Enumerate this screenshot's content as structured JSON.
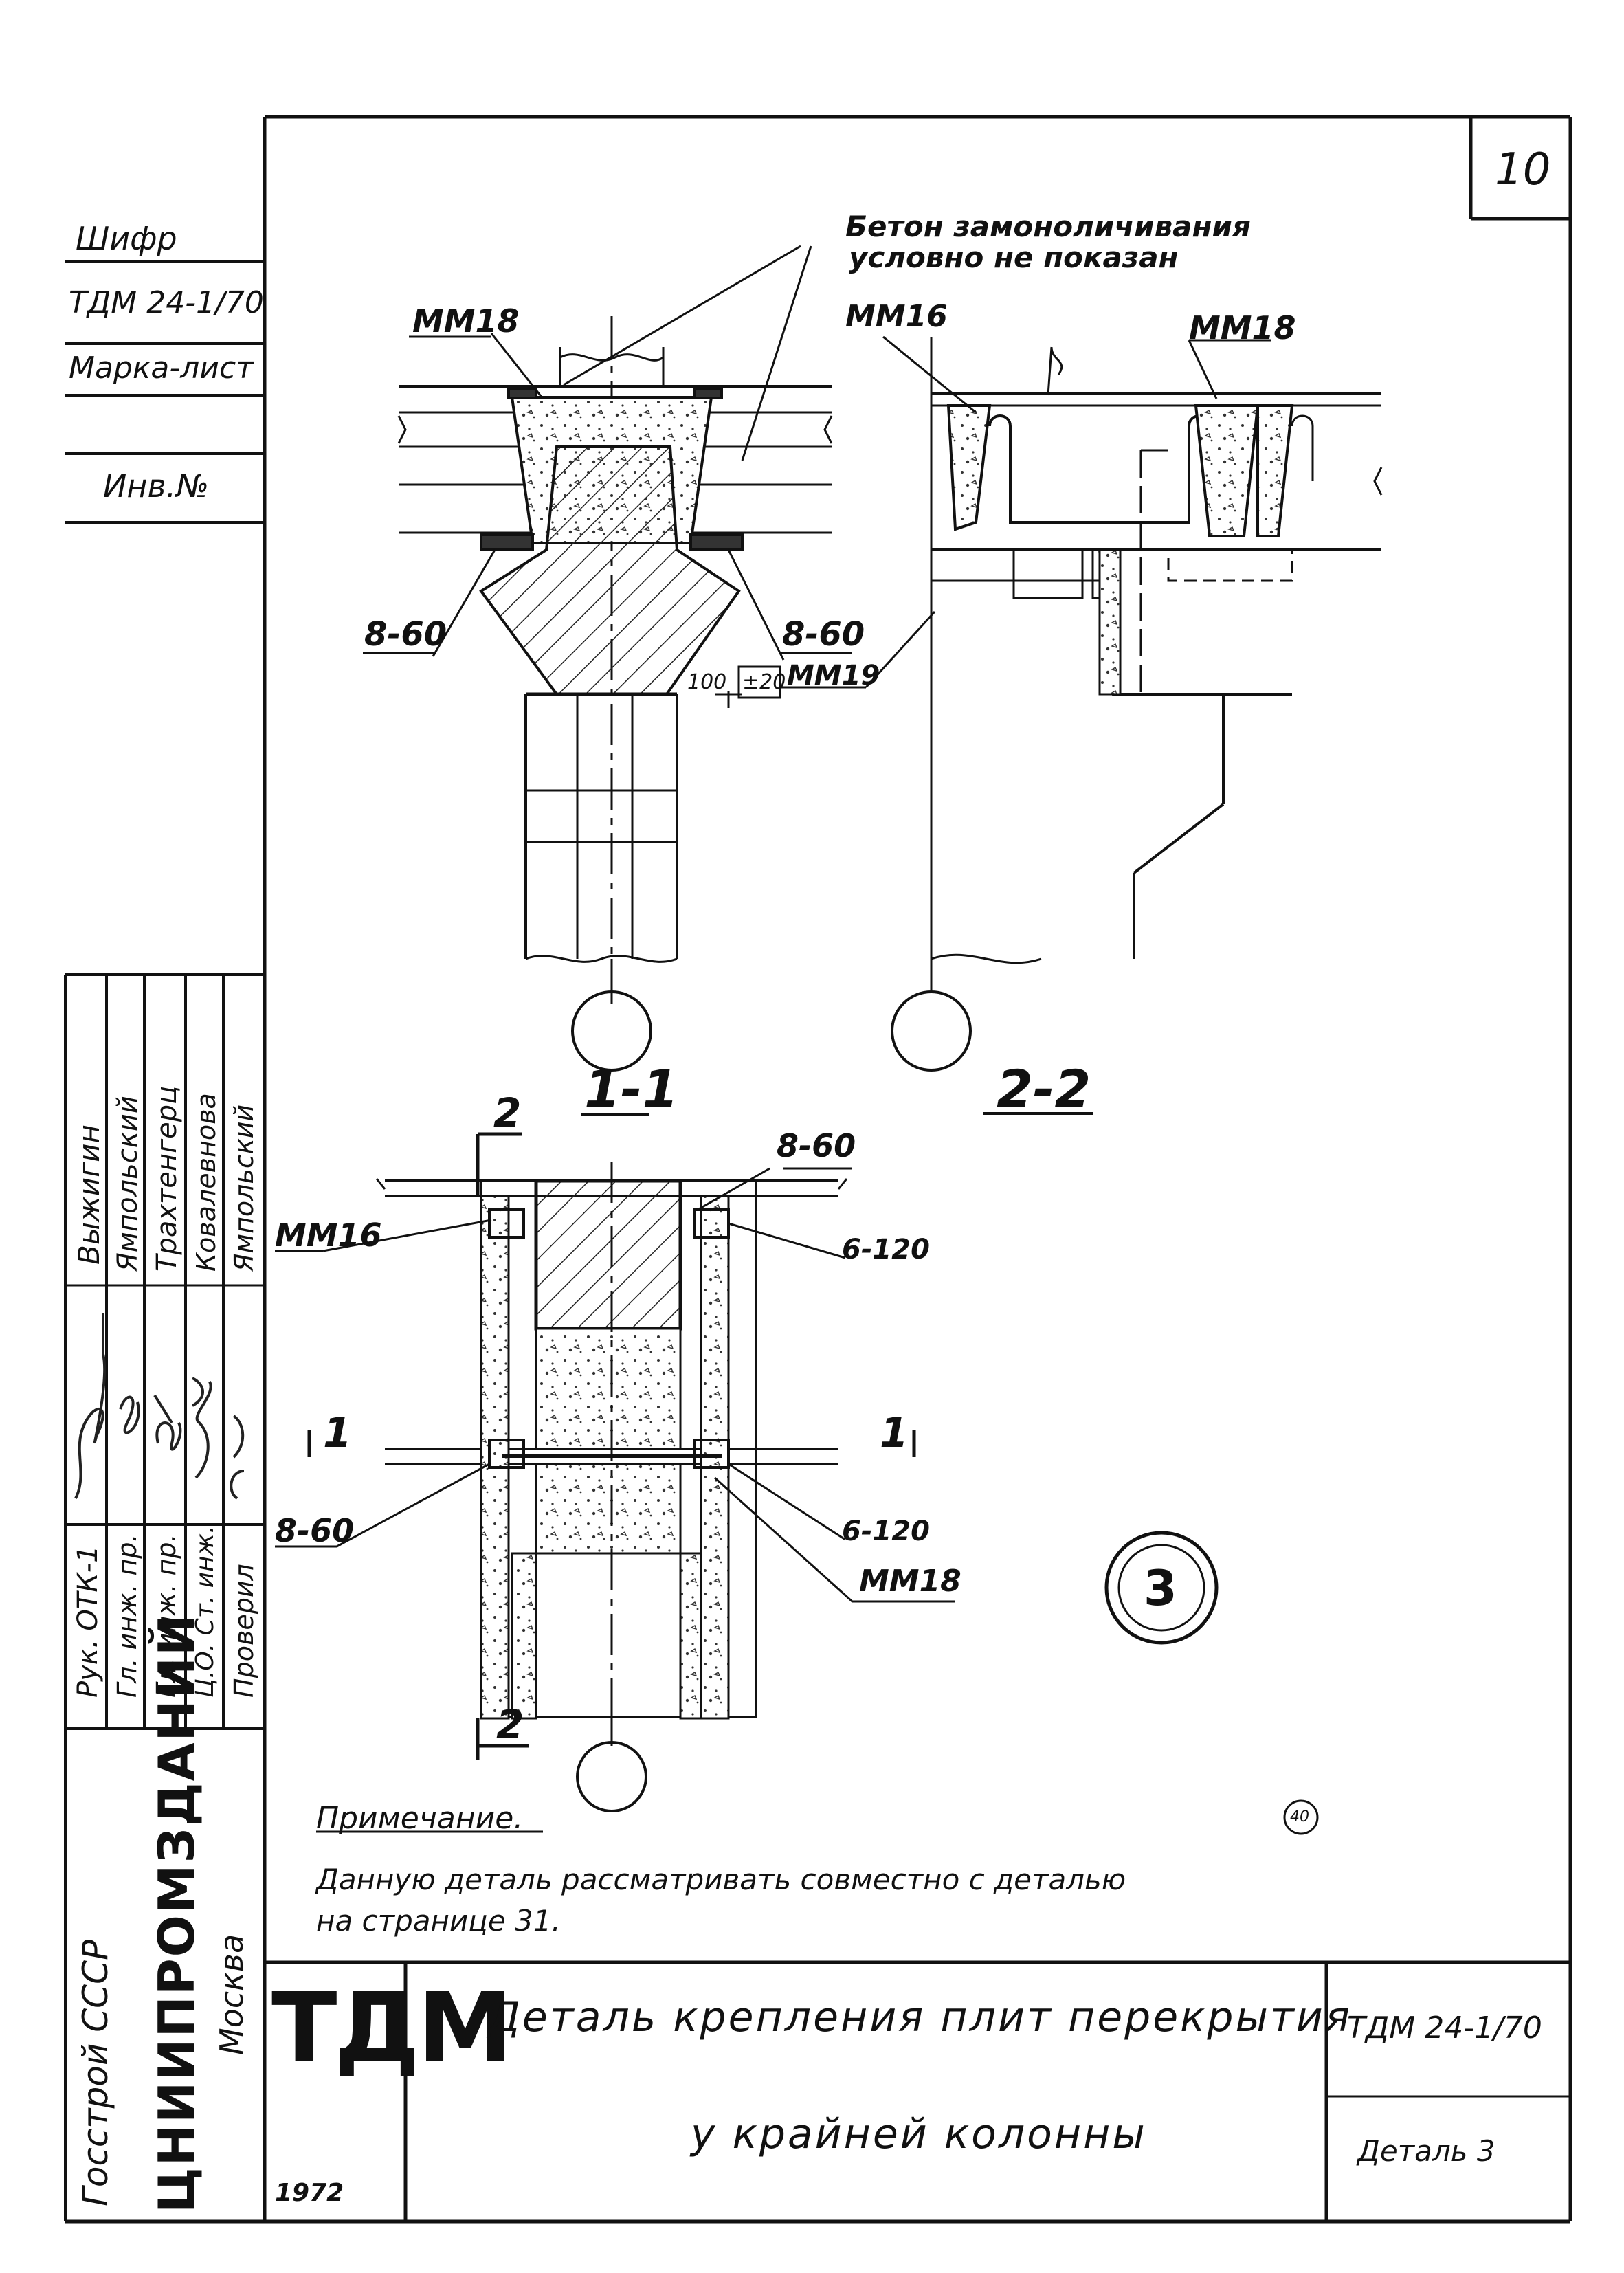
{
  "sheet": {
    "number": "10",
    "org": "Госстрой СССР",
    "institute": "ЦНИИПРОМЗДАНИЙ",
    "city": "Москва",
    "logo": "ТДМ",
    "year": "1972",
    "title_line1": "Деталь крепления плит перекрытия",
    "title_line2": "у крайней колонны",
    "code": "ТДМ 24-1/70",
    "detail_ref": "Деталь 3",
    "detail_number": "3"
  },
  "left_strip": {
    "cipher_label": "Шифр",
    "cipher_value": "ТДМ 24-1/70",
    "mark_label": "Марка-лист",
    "inv_label": "Инв.№"
  },
  "stamp": {
    "rows": [
      {
        "role": "Рук. ОТК-1",
        "name": "Выжигин"
      },
      {
        "role": "Гл. инж. пр.",
        "name": "Ямпольский"
      },
      {
        "role": "Гл. инж. пр.",
        "name": "Трахтенгерц"
      },
      {
        "role": "Ц.О. Ст. инж.",
        "name": "Ковалевнова"
      },
      {
        "role": "Проверил",
        "name": "Ямпольский"
      }
    ]
  },
  "labels": {
    "concrete_note_1": "Бетон замоноличивания",
    "concrete_note_2": "условно не показан",
    "mm18_a": "ММ18",
    "mm16_a": "ММ16",
    "mm18_b": "ММ18",
    "w860_a": "8-60",
    "w860_b": "8-60",
    "dim_100": "100",
    "dim_20": "±20",
    "mm19": "ММ19",
    "section_1": "1-1",
    "section_2": "2-2",
    "cut_2_top": "2",
    "w860_c": "8-60",
    "mm16_b": "ММ16",
    "w6120_a": "6-120",
    "cut_1_left": "1",
    "cut_1_right": "1",
    "w860_d": "8-60",
    "w6120_b": "6-120",
    "mm18_c": "ММ18",
    "cut_2_bottom": "2"
  },
  "note": {
    "heading": "Примечание.",
    "line1": "Данную деталь рассматривать совместно с деталью",
    "ref": "40",
    "line2": "на странице 31."
  }
}
